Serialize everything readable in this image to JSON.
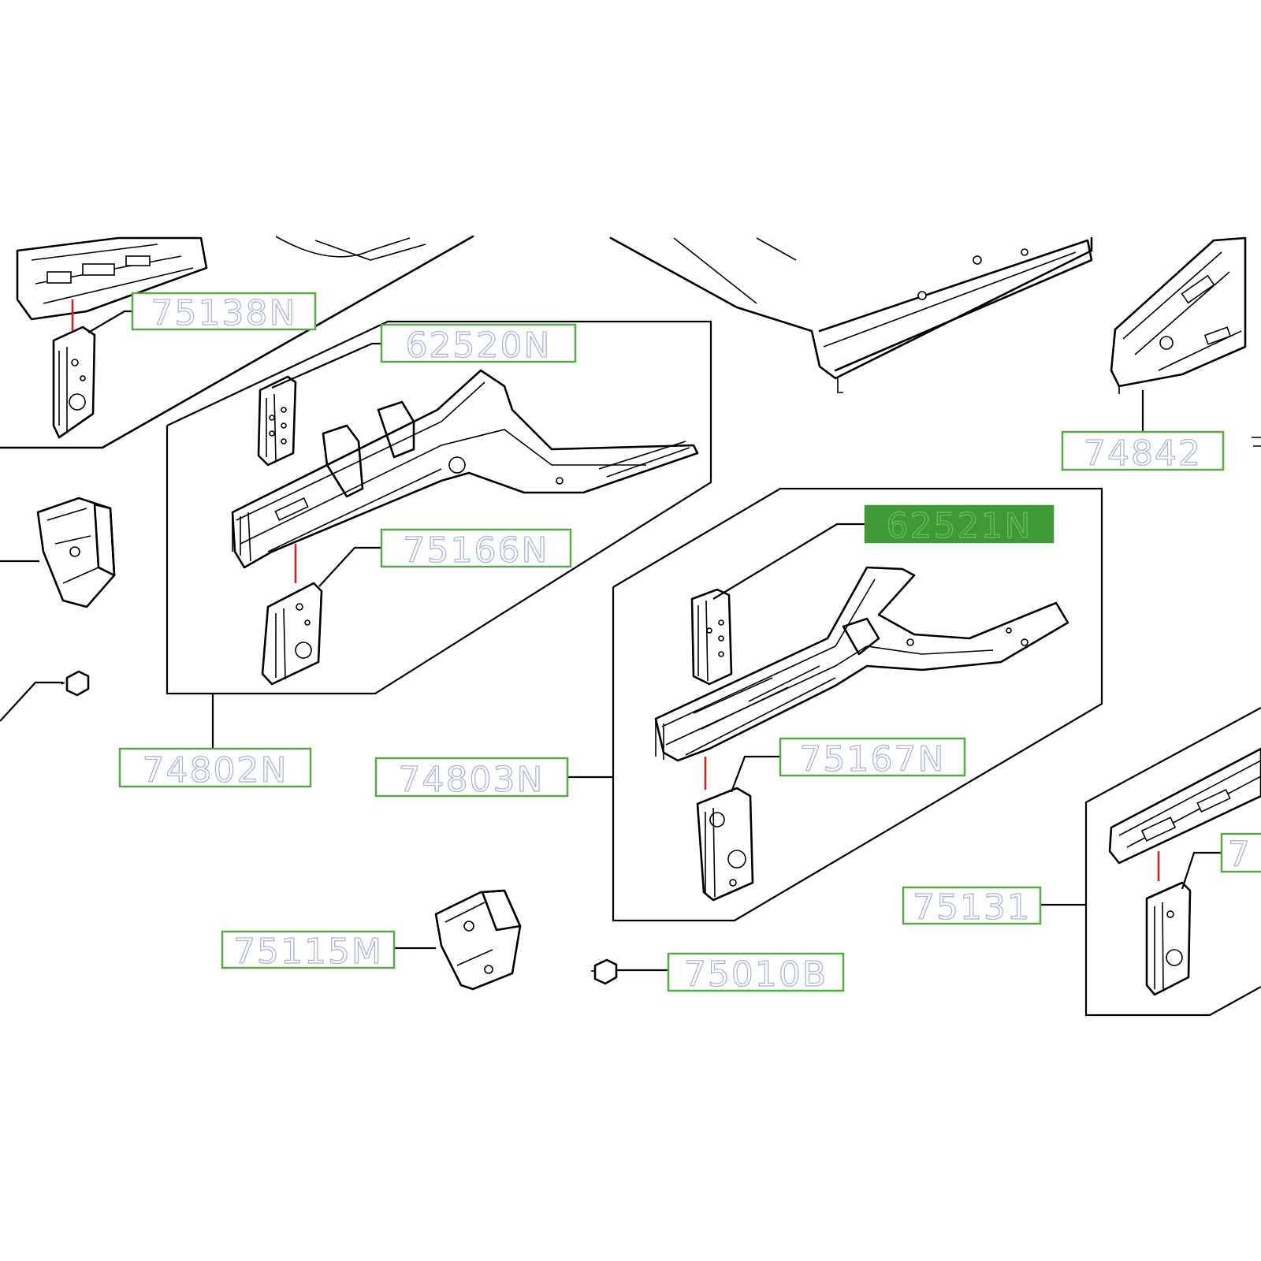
{
  "labels": [
    {
      "id": "75138N",
      "text": "75138N",
      "highlighted": false
    },
    {
      "id": "62520N",
      "text": "62520N",
      "highlighted": false
    },
    {
      "id": "74842",
      "text": "74842",
      "highlighted": false
    },
    {
      "id": "62521N",
      "text": "62521N",
      "highlighted": true
    },
    {
      "id": "75166N",
      "text": "75166N",
      "highlighted": false
    },
    {
      "id": "74802N",
      "text": "74802N",
      "highlighted": false
    },
    {
      "id": "74803N",
      "text": "74803N",
      "highlighted": false
    },
    {
      "id": "75167N",
      "text": "75167N",
      "highlighted": false
    },
    {
      "id": "75131",
      "text": "75131",
      "highlighted": false
    },
    {
      "id": "75115M",
      "text": "75115M",
      "highlighted": false
    },
    {
      "id": "75010B",
      "text": "75010B",
      "highlighted": false
    },
    {
      "id": "partial-right",
      "text": "7",
      "highlighted": false
    }
  ],
  "colors": {
    "label_border": "#58a84a",
    "label_highlight_fill": "#3e9a36",
    "label_text_outline": "#a9b6d6",
    "red_connector": "#d82020"
  }
}
